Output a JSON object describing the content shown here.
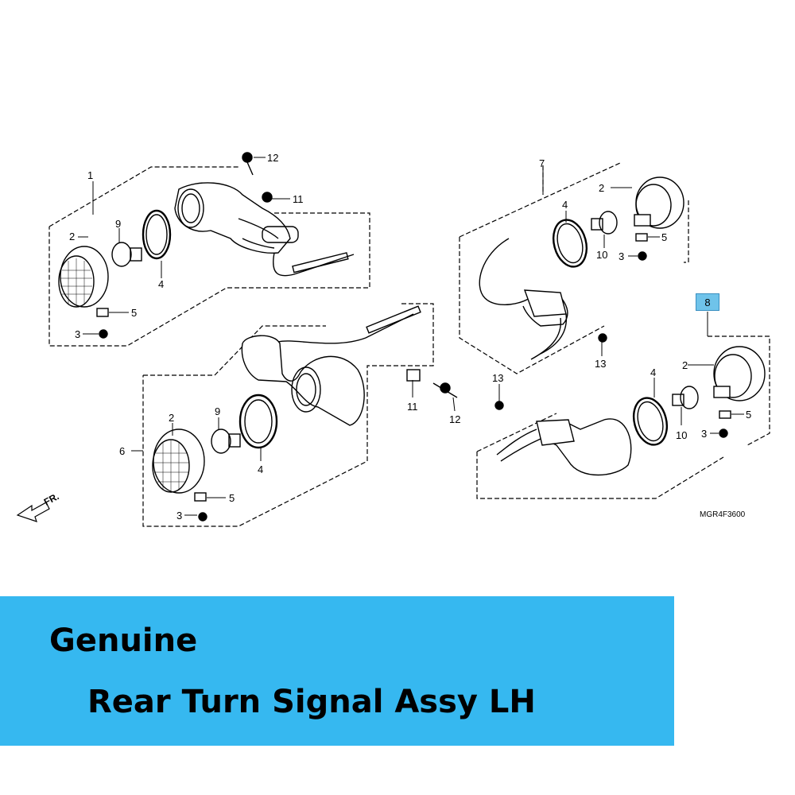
{
  "diagram": {
    "diagram_code": "MGR4F3600",
    "direction_label": "FR.",
    "highlighted_part": "8",
    "group_tl": {
      "group": "1",
      "lens": "2",
      "screw": "3",
      "gasket": "4",
      "clip": "5",
      "bulb": "9",
      "nut": "11",
      "bolt": "12"
    },
    "group_tr": {
      "group": "7",
      "lens": "2",
      "screw": "3",
      "gasket": "4",
      "clip": "5",
      "bulb": "10"
    },
    "group_bl": {
      "group": "6",
      "lens": "2",
      "screw": "3",
      "gasket": "4",
      "clip": "5",
      "bulb": "9",
      "nut": "11",
      "bolt": "12"
    },
    "group_br": {
      "group": "8",
      "lens": "2",
      "screw": "3",
      "gasket": "4",
      "clip": "5",
      "bulb": "10",
      "grommet": "13",
      "grommet_upper": "13"
    }
  },
  "banner": {
    "line1": "Genuine",
    "line2": "Rear Turn Signal Assy LH",
    "background_color": "#36b8f0"
  }
}
